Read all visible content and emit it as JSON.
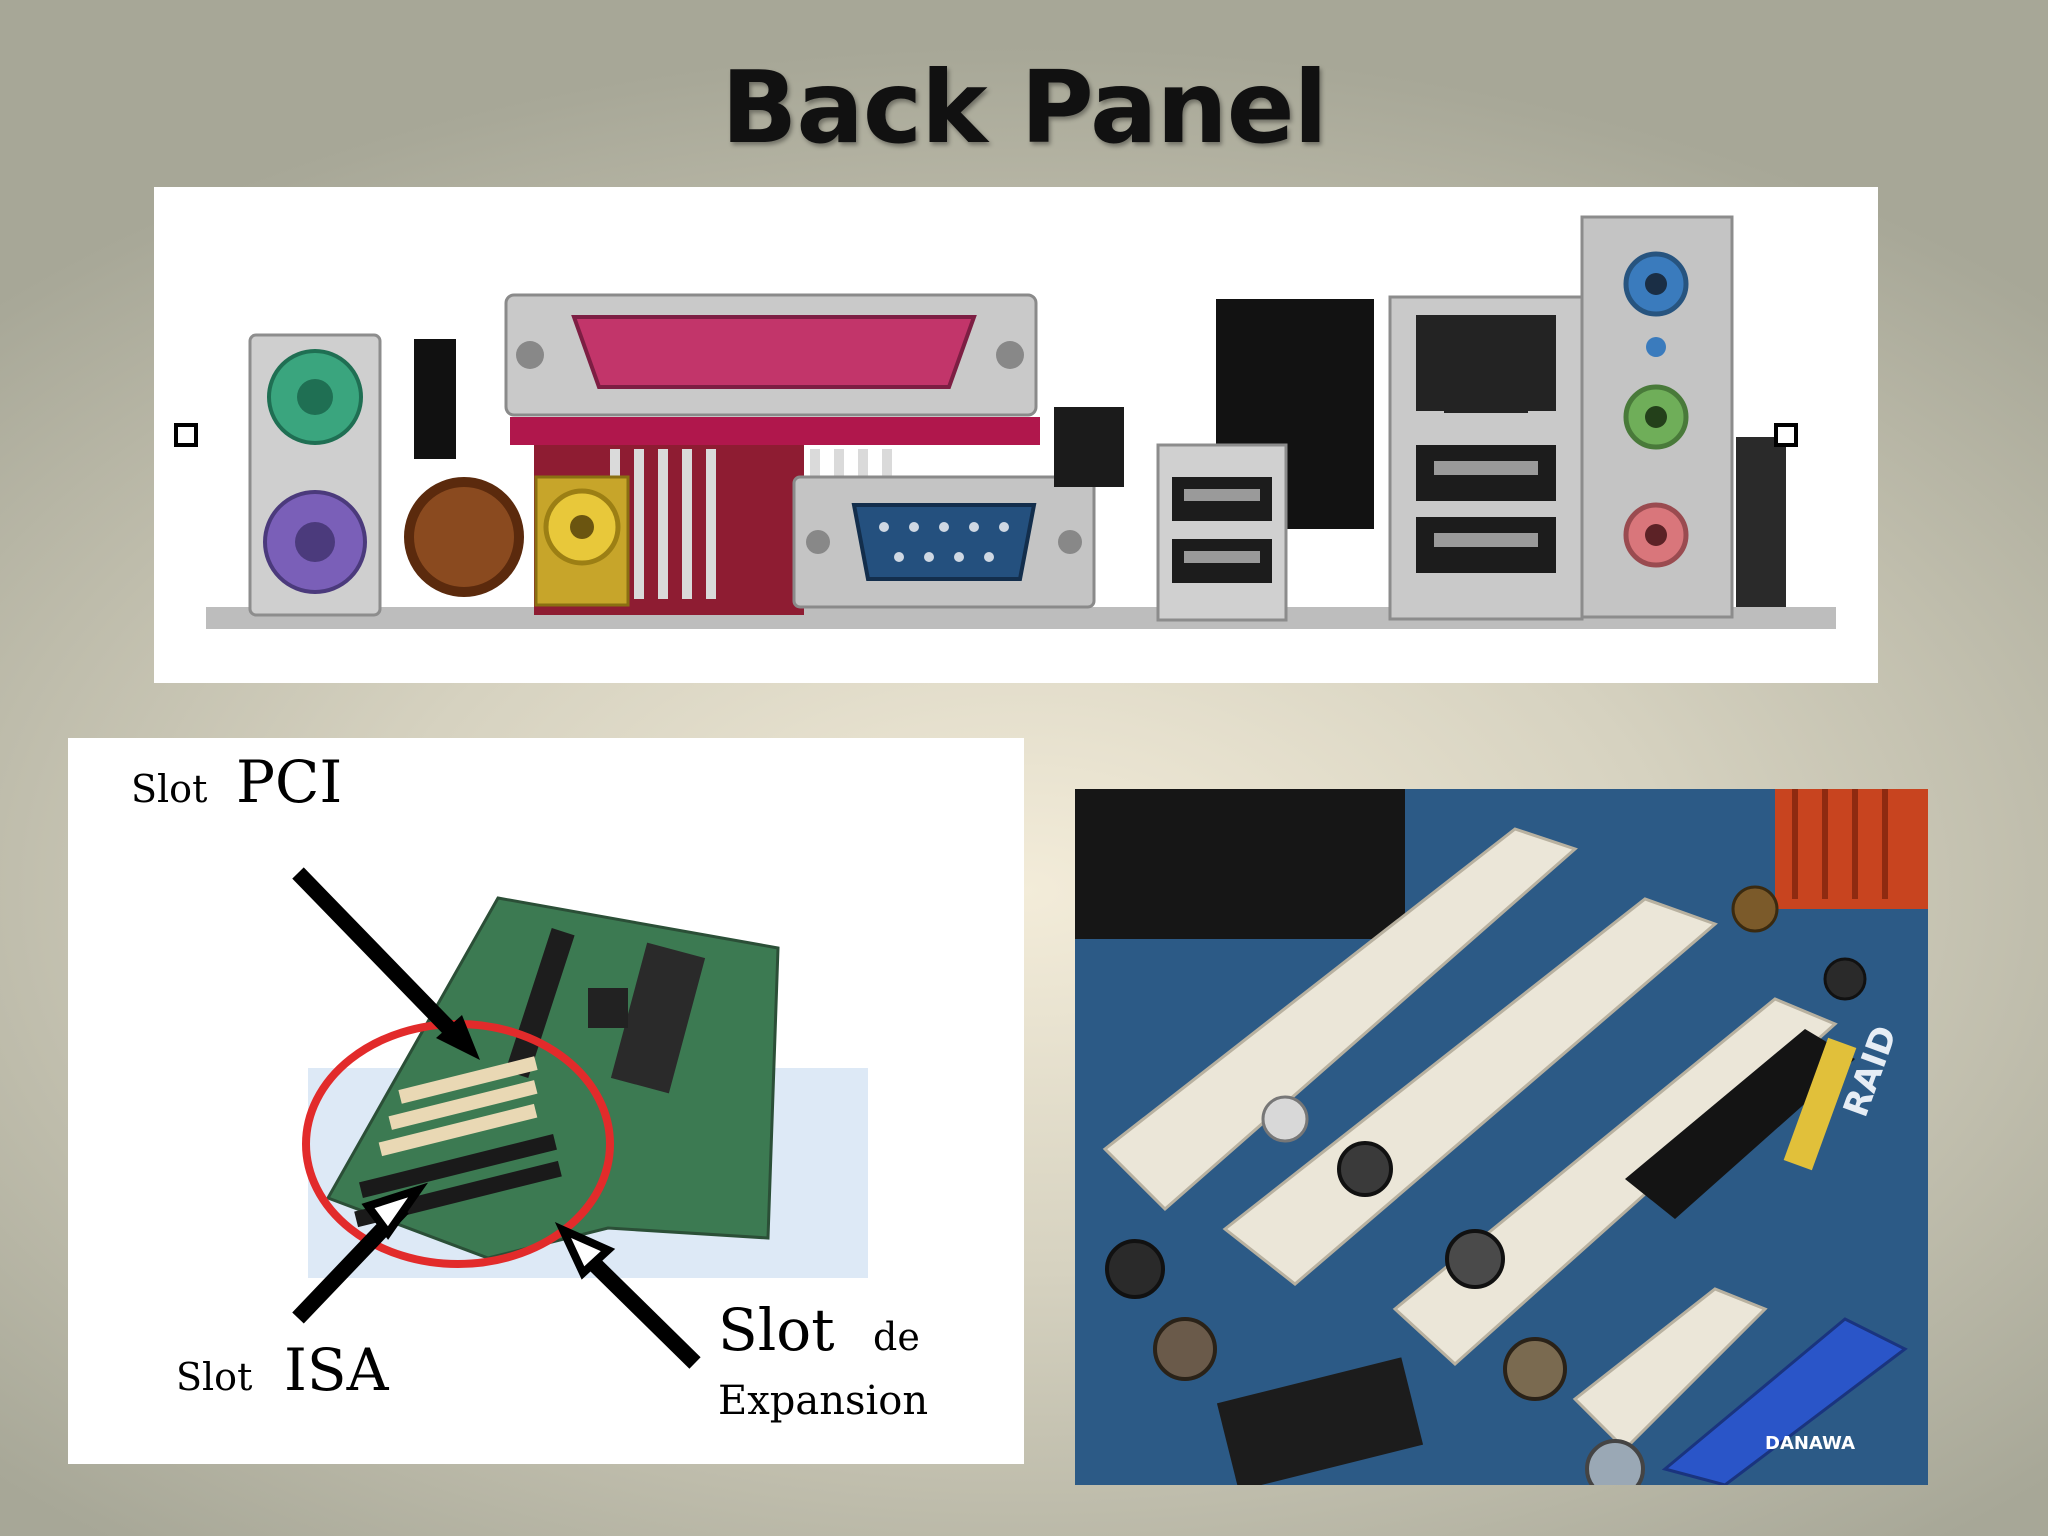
{
  "slide": {
    "title": "Back Panel"
  },
  "diagram": {
    "label_pci_prefix": "Slot",
    "label_pci": "PCI",
    "label_isa_prefix": "Slot",
    "label_isa": "ISA",
    "label_exp_prefix": "Slot",
    "label_exp_de": "de",
    "label_exp_line2": "Expansion"
  },
  "board_photo": {
    "text_raid": "RAID",
    "watermark": "DANAWA"
  },
  "colors": {
    "ps2_keyboard": "#7a5fb8",
    "ps2_mouse": "#3aa57e",
    "parallel_port": "#c2356a",
    "serial_port": "#24507e",
    "audio_blue": "#3a7bbd",
    "audio_green": "#6fae59",
    "audio_pink": "#d9767b",
    "circle_red": "#e22b2b"
  }
}
